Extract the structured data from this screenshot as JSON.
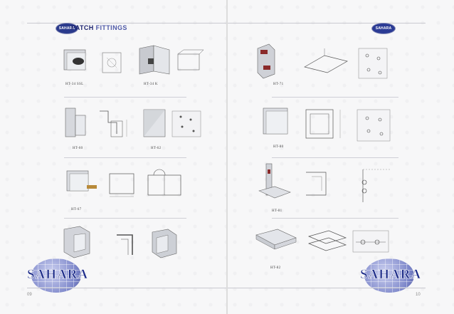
{
  "header": {
    "brand": "SAHARA",
    "title_bold": "PATCH",
    "title_rest": " FITTINGS",
    "right_logo": "SAHARA"
  },
  "left_page": {
    "page_number": "09",
    "watermark": "SAHARA",
    "products": [
      {
        "code": "HT-34 SSL"
      },
      {
        "code": "HT-34 K"
      },
      {
        "code": "HT-60"
      },
      {
        "code": "HT-62"
      },
      {
        "code": "HT-67"
      },
      {
        "code": ""
      }
    ]
  },
  "right_page": {
    "page_number": "10",
    "watermark": "SAHARA",
    "products": [
      {
        "code": "HT-71"
      },
      {
        "code": "HT-80"
      },
      {
        "code": "HT-81"
      },
      {
        "code": "HT-82"
      }
    ]
  },
  "colors": {
    "brand_blue": "#1d2470",
    "metal": "#c7c9cf"
  }
}
